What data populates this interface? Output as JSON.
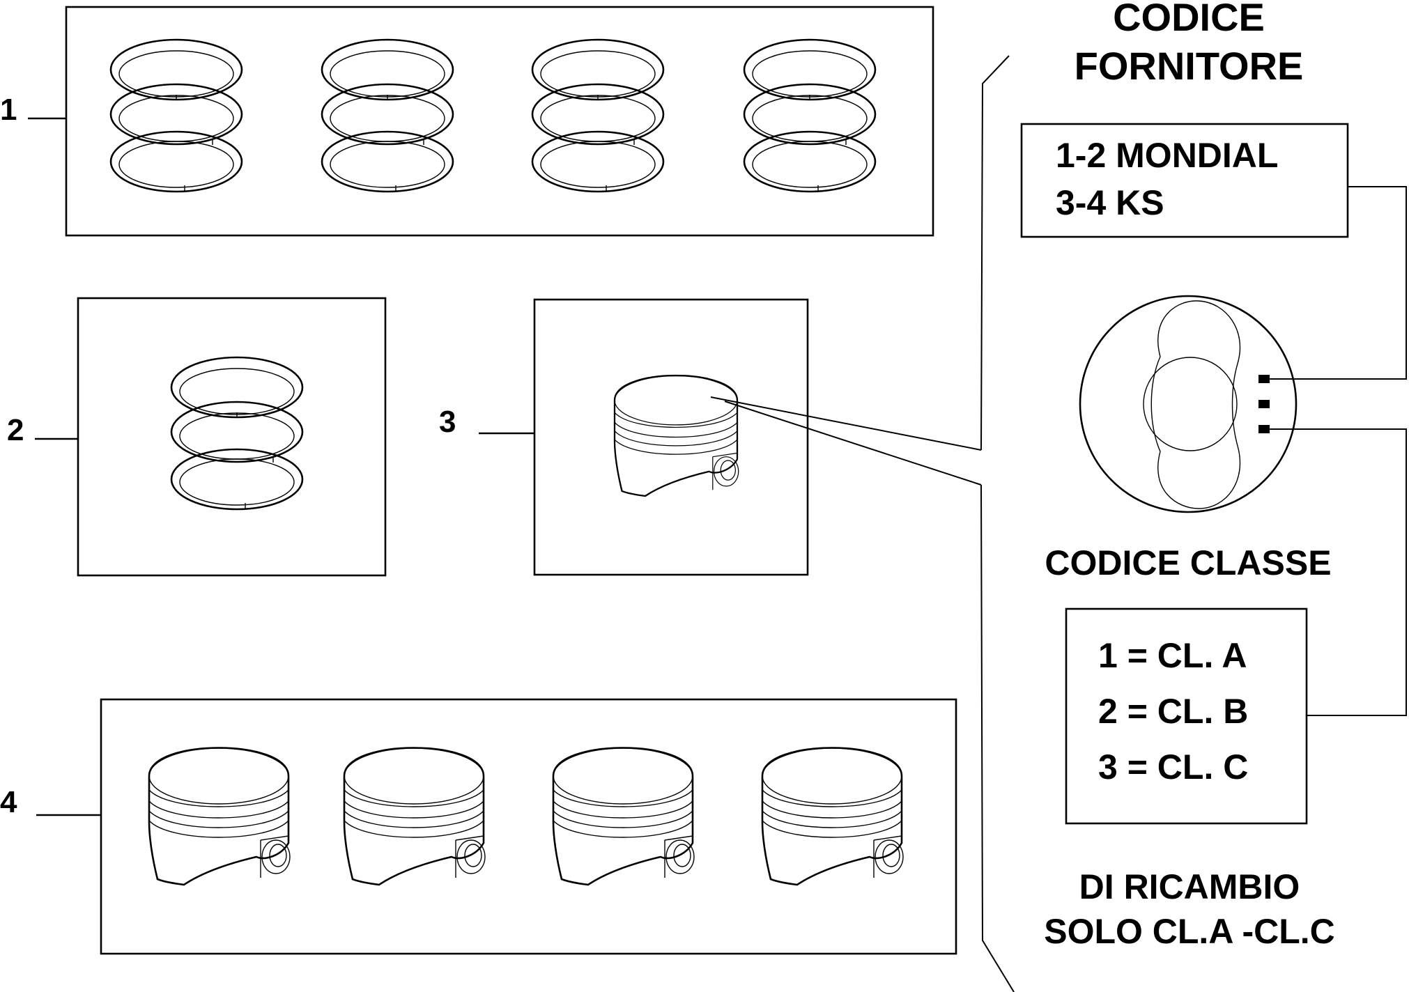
{
  "callouts": [
    "1",
    "2",
    "3",
    "4"
  ],
  "supplier": {
    "title_line1": "CODICE",
    "title_line2": "FORNITORE",
    "line1": "1-2  MONDIAL",
    "line2": "3-4  KS"
  },
  "class_code": {
    "title": "CODICE  CLASSE",
    "rows": [
      "1 =  CL. A",
      "2 =  CL. B",
      "3 =  CL. C"
    ]
  },
  "spare_note": {
    "line1": "DI  RICAMBIO",
    "line2": "SOLO CL.A -CL.C"
  }
}
